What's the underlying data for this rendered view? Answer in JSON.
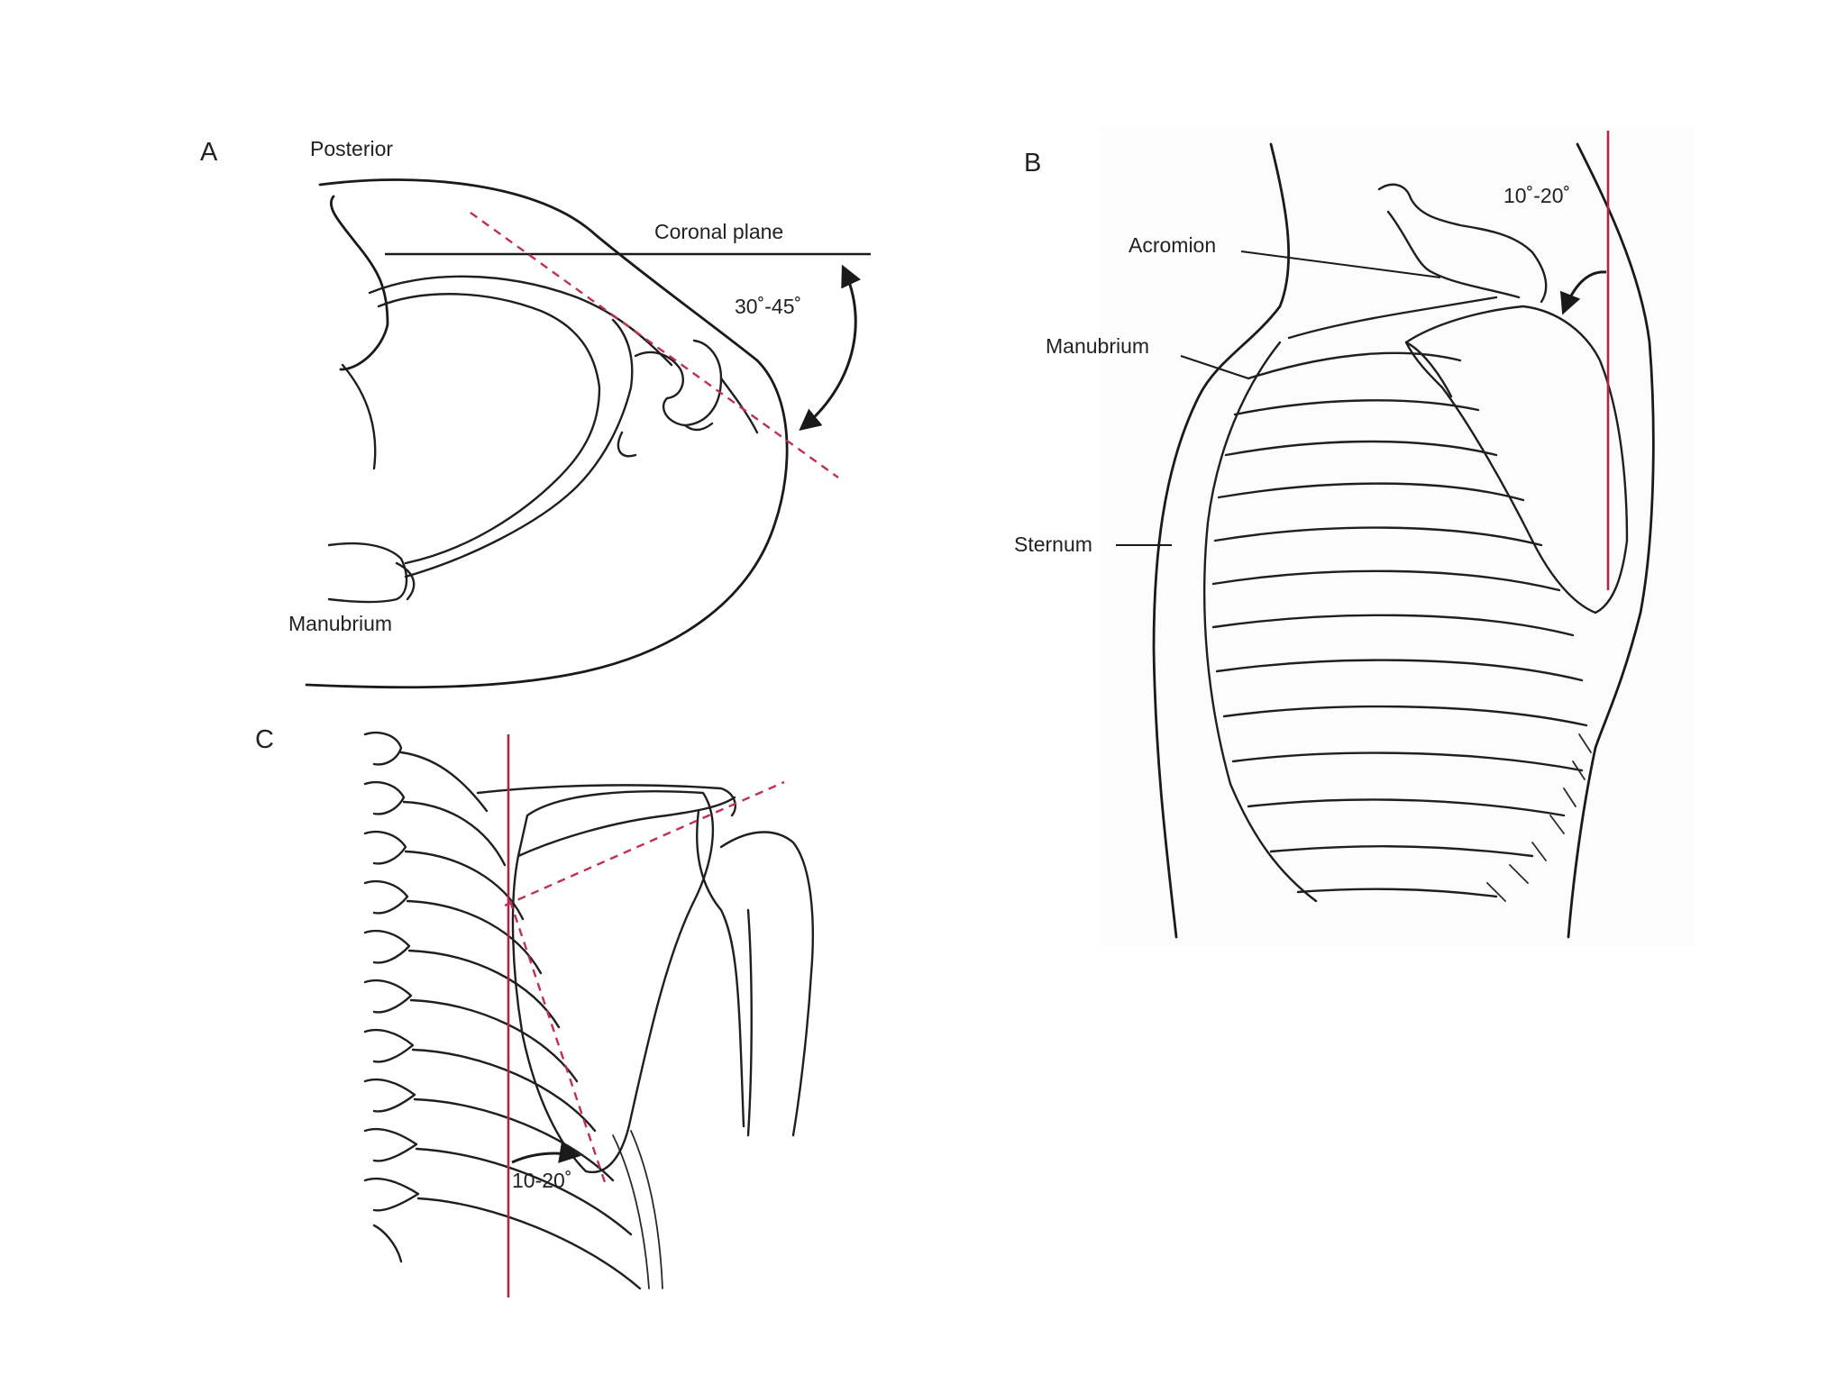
{
  "figure": {
    "panels": {
      "a": {
        "letter": "A",
        "posterior_label": "Posterior",
        "coronal_plane_label": "Coronal plane",
        "angle_label": "30˚-45˚",
        "manubrium_label": "Manubrium"
      },
      "b": {
        "letter": "B",
        "angle_label": "10˚-20˚",
        "acromion_label": "Acromion",
        "manubrium_label": "Manubrium",
        "sternum_label": "Sternum"
      },
      "c": {
        "letter": "C",
        "angle_label": "10-20˚"
      }
    },
    "colors": {
      "reference_line": "#b0264a",
      "ink": "#1a1a1a",
      "background": "#ffffff"
    }
  }
}
